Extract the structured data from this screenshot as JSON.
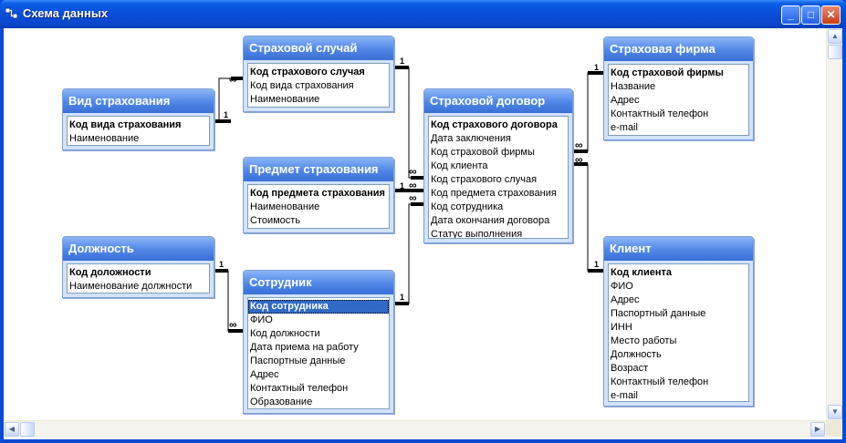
{
  "window": {
    "title": "Схема данных",
    "minimize_symbol": "_",
    "maximize_symbol": "□",
    "close_symbol": "✕"
  },
  "relations": {
    "one_label": "1",
    "many_label": "∞"
  },
  "tables": {
    "vid": {
      "title": "Вид страхования",
      "fields": [
        "Код вида страхования",
        "Наименование"
      ]
    },
    "sluchai": {
      "title": "Страховой случай",
      "fields": [
        "Код страхового случая",
        "Код вида страхования",
        "Наименование"
      ]
    },
    "predmet": {
      "title": "Предмет страхования",
      "fields": [
        "Код предмета страхования",
        "Наименование",
        "Стоимость"
      ]
    },
    "dolzhnost": {
      "title": "Должность",
      "fields": [
        "Код доложности",
        "Наименование должности"
      ]
    },
    "sotrudnik": {
      "title": "Сотрудник",
      "fields": [
        "Код сотрудника",
        "ФИО",
        "Код должности",
        "Дата приема на работу",
        "Паспортные данные",
        "Адрес",
        "Контактный телефон",
        "Образование"
      ]
    },
    "dogovor": {
      "title": "Страховой договор",
      "fields": [
        "Код страхового договора",
        "Дата заключения",
        "Код страховой фирмы",
        "Код клиента",
        "Код страхового случая",
        "Код предмета страхования",
        "Код сотрудника",
        "Дата окончания договора",
        "Статус выполнения"
      ]
    },
    "firma": {
      "title": "Страховая фирма",
      "fields": [
        "Код страховой фирмы",
        "Название",
        "Адрес",
        "Контактный телефон",
        "e-mail"
      ]
    },
    "klient": {
      "title": "Клиент",
      "fields": [
        "Код клиента",
        "ФИО",
        "Адрес",
        "Паспортный данные",
        "ИНН",
        "Место работы",
        "Должность",
        "Возраст",
        "Контактный телефон",
        "e-mail"
      ]
    }
  }
}
